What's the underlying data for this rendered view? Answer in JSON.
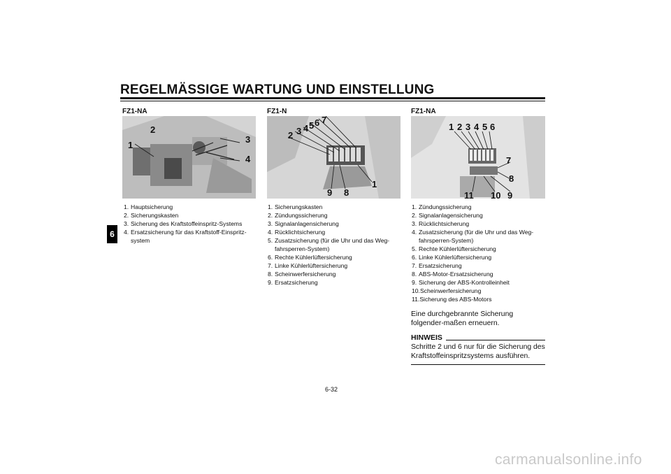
{
  "header": {
    "title": "REGELMÄSSIGE WARTUNG UND EINSTELLUNG"
  },
  "tab": {
    "chapter": "6"
  },
  "col1": {
    "heading": "FZ1-NA",
    "callouts": [
      "1",
      "2",
      "3",
      "4"
    ],
    "items": [
      {
        "num": "1.",
        "text": "Hauptsicherung"
      },
      {
        "num": "2.",
        "text": "Sicherungskasten"
      },
      {
        "num": "3.",
        "text": "Sicherung des Kraftstoffeinspritz-Systems"
      },
      {
        "num": "4.",
        "text": "Ersatzsicherung für das Kraftstoff-Einspritz-system"
      }
    ]
  },
  "col2": {
    "heading": "FZ1-N",
    "callouts": [
      "2",
      "3",
      "4",
      "5",
      "6",
      "7",
      "1",
      "9",
      "8"
    ],
    "items": [
      {
        "num": "1.",
        "text": "Sicherungskasten"
      },
      {
        "num": "2.",
        "text": "Zündungssicherung"
      },
      {
        "num": "3.",
        "text": "Signalanlagensicherung"
      },
      {
        "num": "4.",
        "text": "Rücklichtsicherung"
      },
      {
        "num": "5.",
        "text": "Zusatzsicherung (für die Uhr und das Weg-fahrsperren-System)"
      },
      {
        "num": "6.",
        "text": "Rechte Kühlerlüftersicherung"
      },
      {
        "num": "7.",
        "text": "Linke Kühlerlüftersicherung"
      },
      {
        "num": "8.",
        "text": "Scheinwerfersicherung"
      },
      {
        "num": "9.",
        "text": "Ersatzsicherung"
      }
    ]
  },
  "col3": {
    "heading": "FZ1-NA",
    "callouts": [
      "1",
      "2",
      "3",
      "4",
      "5",
      "6",
      "7",
      "8",
      "9",
      "10",
      "11"
    ],
    "items": [
      {
        "num": "1.",
        "text": "Zündungssicherung"
      },
      {
        "num": "2.",
        "text": "Signalanlagensicherung"
      },
      {
        "num": "3.",
        "text": "Rücklichtsicherung"
      },
      {
        "num": "4.",
        "text": "Zusatzsicherung (für die Uhr und das Weg-fahrsperren-System)"
      },
      {
        "num": "5.",
        "text": "Rechte Kühlerlüftersicherung"
      },
      {
        "num": "6.",
        "text": "Linke Kühlerlüftersicherung"
      },
      {
        "num": "7.",
        "text": "Ersatzsicherung"
      },
      {
        "num": "8.",
        "text": "ABS-Motor-Ersatzsicherung"
      },
      {
        "num": "9.",
        "text": "Sicherung der ABS-Kontrolleinheit"
      },
      {
        "num": "10.",
        "text": "Scheinwerfersicherung"
      },
      {
        "num": "11.",
        "text": "Sicherung des ABS-Motors"
      }
    ],
    "paragraph": "Eine durchgebrannte Sicherung folgender-maßen erneuern.",
    "hinweis_title": "HINWEIS",
    "hinweis_text": "Schritte 2 und 6 nur für die Sicherung des Kraftstoffeinspritzsystems ausführen."
  },
  "footer": {
    "page": "6-32",
    "watermark": "carmanualsonline.info"
  }
}
